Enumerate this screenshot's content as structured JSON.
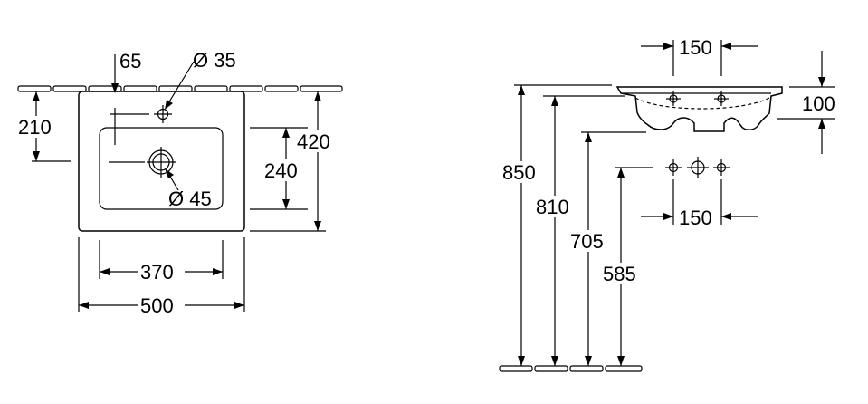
{
  "top_view": {
    "dim_tap_offset": "65",
    "dim_tap_hole": "Ø 35",
    "dim_tap_from_wall": "210",
    "dim_waste_hole": "Ø 45",
    "dim_bowl_depth": "240",
    "dim_total_depth": "420",
    "dim_bowl_width": "370",
    "dim_total_width": "500"
  },
  "side_view": {
    "dim_tap_spacing_top": "150",
    "dim_basin_height": "100",
    "dim_height_top": "850",
    "dim_height_rim": "810",
    "dim_height_trap": "705",
    "dim_height_outlet": "585",
    "dim_tap_spacing_bottom": "150"
  }
}
